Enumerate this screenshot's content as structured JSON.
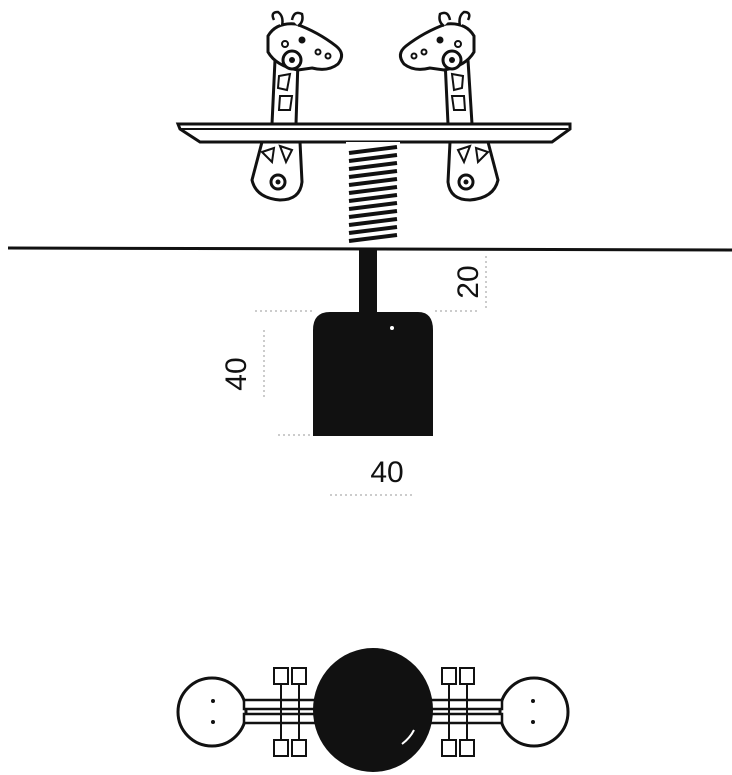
{
  "dimensions": {
    "spring_offset": "20",
    "base_height": "40",
    "base_width": "40"
  },
  "colors": {
    "ink": "#111111",
    "background": "#ffffff",
    "dim_line": "#9a9a9a"
  }
}
